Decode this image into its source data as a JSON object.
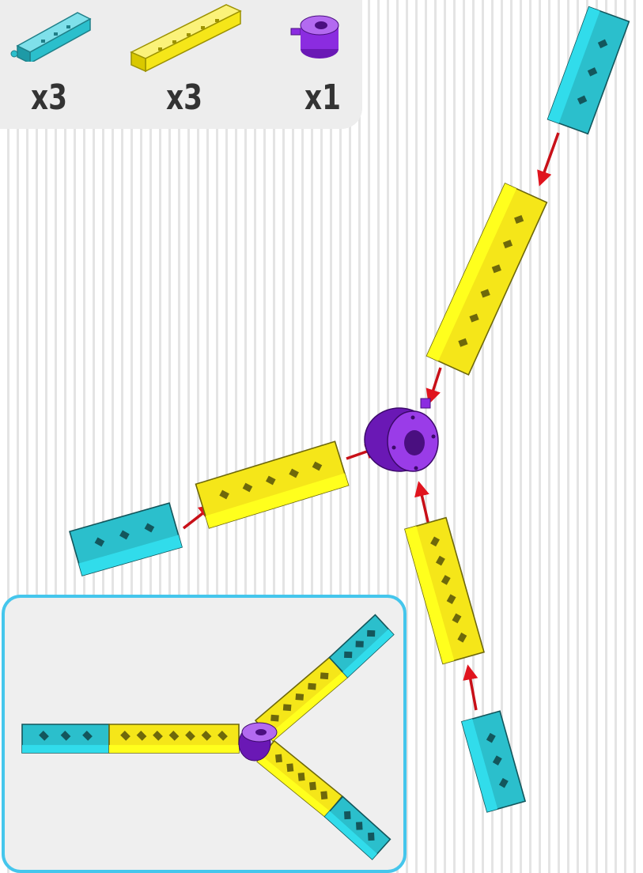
{
  "parts": [
    {
      "icon": "teal-beam-icon",
      "count": "x3"
    },
    {
      "icon": "yellow-beam-icon",
      "count": "x3"
    },
    {
      "icon": "purple-hub-icon",
      "count": "x1"
    }
  ],
  "colors": {
    "teal": "#2bbfcc",
    "yellow": "#f5e619",
    "purple": "#8b2ce0",
    "arrow": "#e0141e",
    "frame": "#45c6ec"
  }
}
